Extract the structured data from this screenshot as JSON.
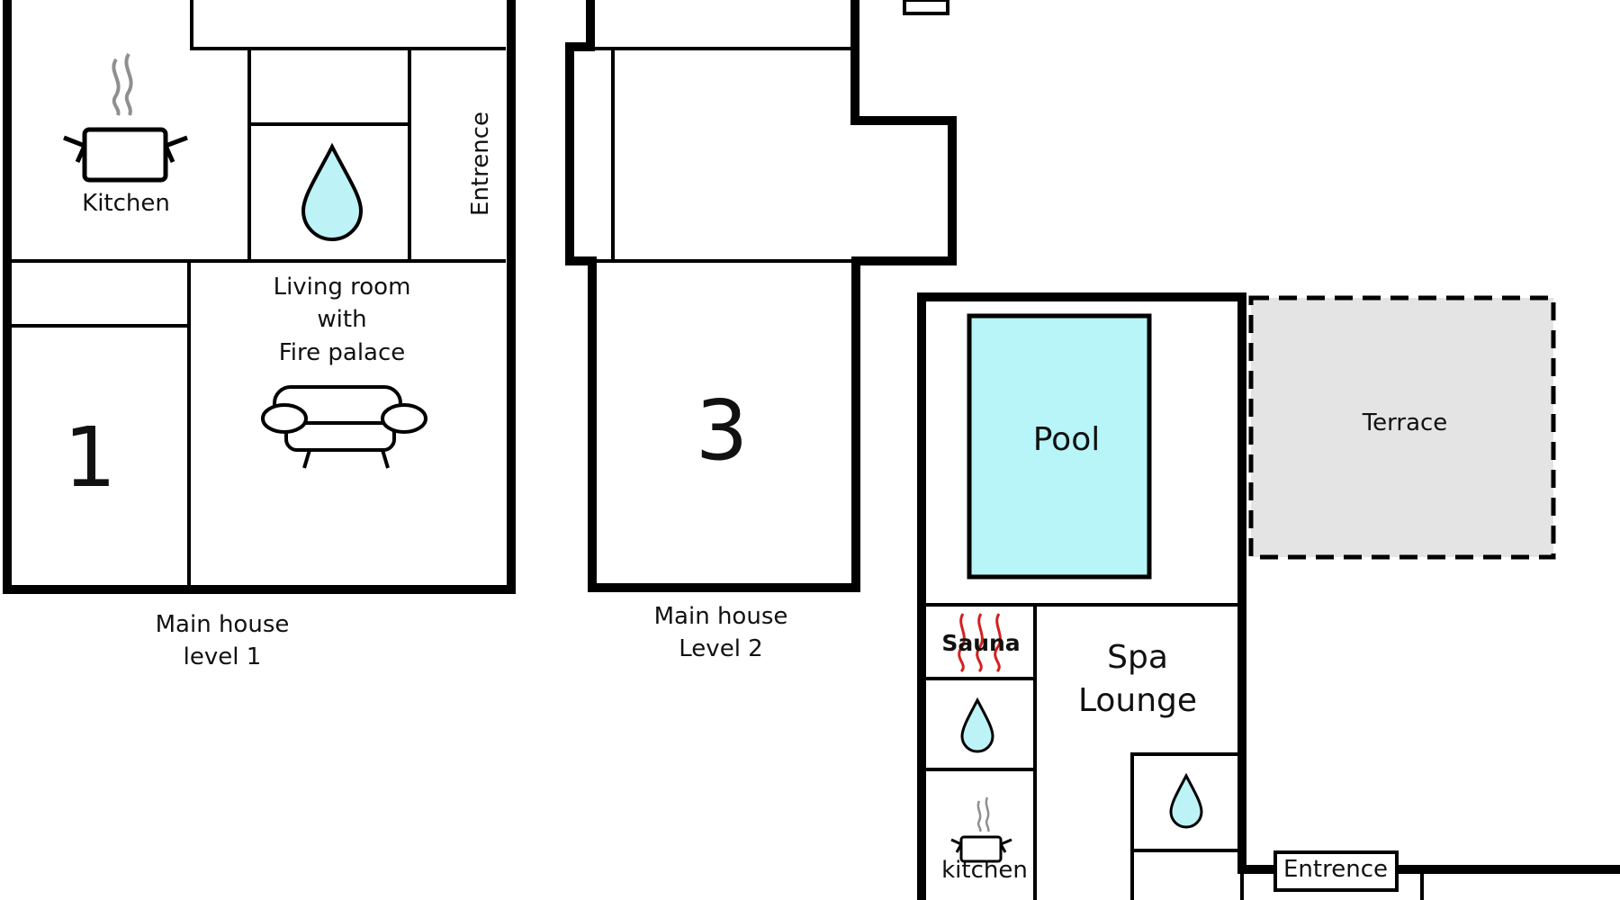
{
  "plan": {
    "main_level_1": {
      "caption_line1": "Main house",
      "caption_line2": "level 1",
      "kitchen_label": "Kitchen",
      "entrance_label": "Entrence",
      "living_line1": "Living room",
      "living_line2": "with",
      "living_line3": "Fire palace",
      "room_number": "1"
    },
    "main_level_2": {
      "caption_line1": "Main house",
      "caption_line2": "Level 2",
      "room_number": "3"
    },
    "spa": {
      "pool_label": "Pool",
      "terrace_label": "Terrace",
      "sauna_label": "Sauna",
      "lounge_line1": "Spa",
      "lounge_line2": "Lounge",
      "kitchen_label": "kitchen",
      "entrance_label": "Entrence"
    },
    "colors": {
      "water": "#bdf3f6",
      "pool": "#b7f5f8",
      "terrace": "#e4e4e4",
      "sauna_heat": "#d42020",
      "steam": "#8f8f8f"
    },
    "icons": [
      "pot-icon",
      "water-drop-icon",
      "sofa-icon",
      "sauna-heat-icon"
    ]
  }
}
